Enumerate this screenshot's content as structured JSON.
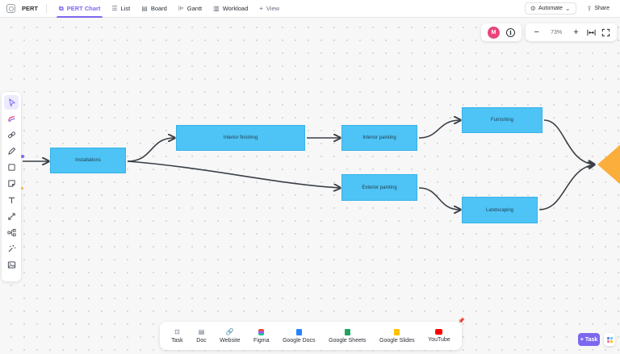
{
  "topbar": {
    "space_icon": "space-icon",
    "space_name": "PERT",
    "tabs": [
      {
        "label": "PERT Chart",
        "icon": "whiteboard-icon",
        "active": true
      },
      {
        "label": "List",
        "icon": "list-icon",
        "active": false
      },
      {
        "label": "Board",
        "icon": "board-icon",
        "active": false
      },
      {
        "label": "Gantt",
        "icon": "gantt-icon",
        "active": false
      },
      {
        "label": "Workload",
        "icon": "workload-icon",
        "active": false
      }
    ],
    "add_view_label": "View",
    "automate_label": "Automate",
    "share_label": "Share"
  },
  "presence": {
    "avatar_initial": "M",
    "avatar_color": "#e8457a",
    "info_glyph": "i"
  },
  "zoom": {
    "level": "73%"
  },
  "diagram": {
    "nodes": [
      {
        "id": "installations",
        "label": "Installations"
      },
      {
        "id": "interior_finishing",
        "label": "Interior finishing"
      },
      {
        "id": "interior_painting",
        "label": "Interior painting"
      },
      {
        "id": "exterior_painting",
        "label": "Exterior painting"
      },
      {
        "id": "furnishing",
        "label": "Furnishing"
      },
      {
        "id": "landscaping",
        "label": "Landscaping"
      }
    ],
    "edges": [
      [
        "installations",
        "interior_finishing"
      ],
      [
        "installations",
        "exterior_painting"
      ],
      [
        "interior_finishing",
        "interior_painting"
      ],
      [
        "interior_painting",
        "furnishing"
      ],
      [
        "exterior_painting",
        "landscaping"
      ],
      [
        "furnishing",
        "end_milestone"
      ],
      [
        "landscaping",
        "end_milestone"
      ]
    ],
    "node_color": "#4ec3f5",
    "milestone_color": "#fbae3c",
    "edge_color": "#3a3f47"
  },
  "embed_bar": {
    "items": [
      {
        "label": "Task",
        "icon": "task-icon",
        "color": "#656f7d"
      },
      {
        "label": "Doc",
        "icon": "doc-icon",
        "color": "#656f7d"
      },
      {
        "label": "Website",
        "icon": "link-icon",
        "color": "#656f7d"
      },
      {
        "label": "Figma",
        "icon": "figma-icon",
        "color": "#f24e1e"
      },
      {
        "label": "Google Docs",
        "icon": "google-docs-icon",
        "color": "#2684fc"
      },
      {
        "label": "Google Sheets",
        "icon": "google-sheets-icon",
        "color": "#1fa463"
      },
      {
        "label": "Google Slides",
        "icon": "google-slides-icon",
        "color": "#ffc000"
      },
      {
        "label": "YouTube",
        "icon": "youtube-icon",
        "color": "#ff0000"
      }
    ]
  },
  "task_button": {
    "label": "Task"
  },
  "colors": {
    "accent": "#7b68ee"
  }
}
